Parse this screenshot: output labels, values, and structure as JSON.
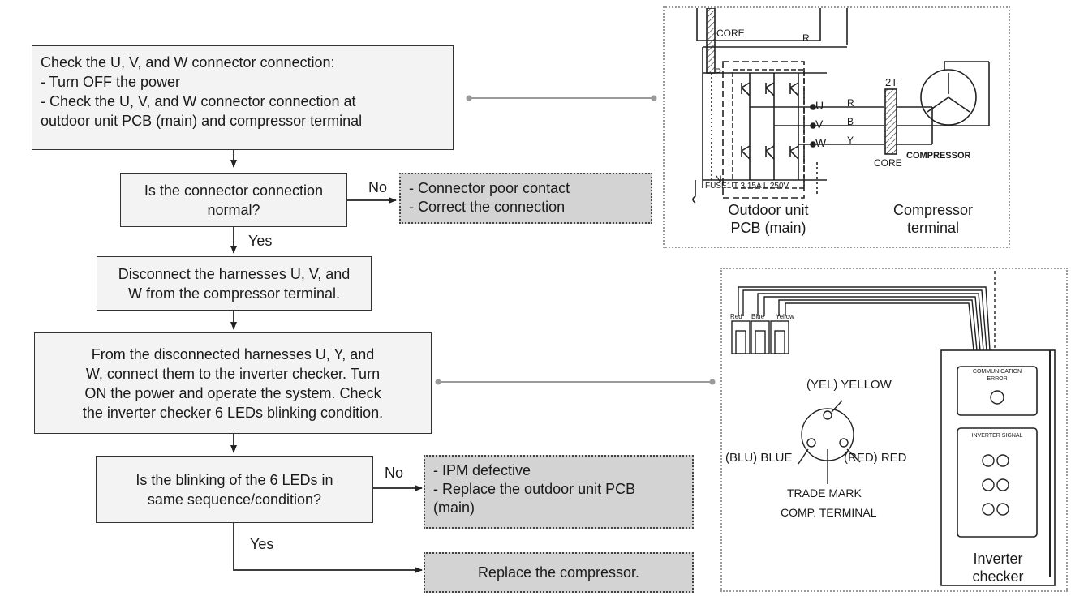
{
  "flow": {
    "step1": {
      "lines": [
        "Check the U, V, and W connector connection:",
        "- Turn OFF the power",
        "- Check the U, V, and W connector connection at",
        "outdoor unit PCB (main) and compressor terminal"
      ]
    },
    "decision1": {
      "lines": [
        "Is the connector connection",
        "normal?"
      ],
      "no_label": "No",
      "yes_label": "Yes"
    },
    "result1": {
      "lines": [
        "- Connector poor contact",
        "- Correct the connection"
      ]
    },
    "step2": {
      "lines": [
        "Disconnect the harnesses U, V, and",
        "W from the compressor terminal."
      ]
    },
    "step3": {
      "lines": [
        "From the disconnected harnesses U, Y, and",
        "W, connect them to the inverter checker. Turn",
        "ON the power and operate the system. Check",
        "the inverter checker 6 LEDs blinking condition."
      ]
    },
    "decision2": {
      "lines": [
        "Is the blinking of the 6 LEDs in",
        "same sequence/condition?"
      ],
      "no_label": "No",
      "yes_label": "Yes"
    },
    "result2": {
      "lines": [
        "- IPM defective",
        "- Replace the outdoor unit PCB",
        "(main)"
      ]
    },
    "result3": {
      "text": "Replace the compressor."
    }
  },
  "circuit_panel": {
    "core_top": "CORE",
    "r_top": "R",
    "p": "P",
    "n": "N",
    "u": "U",
    "v": "V",
    "w": "W",
    "wire_r": "R",
    "wire_b": "B",
    "wire_y": "Y",
    "two_t": "2T",
    "core_bottom": "CORE",
    "compressor": "COMPRESSOR",
    "fuse": "FUSE1 T 3.15A L 250V",
    "caption_left": [
      "Outdoor unit",
      "PCB (main)"
    ],
    "caption_right": [
      "Compressor",
      "terminal"
    ]
  },
  "checker_panel": {
    "wire_labels": [
      "Red",
      "Blue",
      "Yellow"
    ],
    "yel_label": "(YEL) YELLOW",
    "blu_label": "(BLU) BLUE",
    "red_label": "(RED) RED",
    "trade_mark": "TRADE MARK",
    "comp_terminal": "COMP. TERMINAL",
    "comm_error": [
      "COMMUNICATION",
      "ERROR"
    ],
    "inverter_signal": "INVERTER SIGNAL",
    "caption": [
      "Inverter",
      "checker"
    ]
  }
}
